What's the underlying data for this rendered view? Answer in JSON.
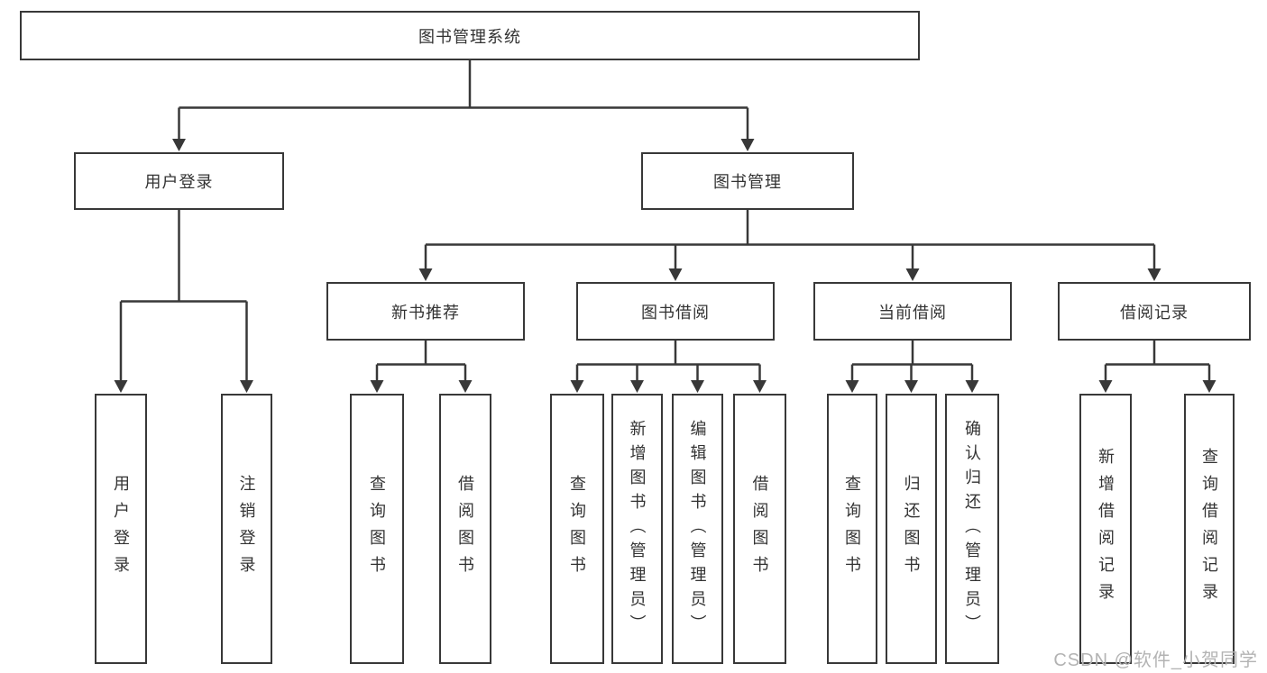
{
  "diagram": {
    "type": "tree",
    "title": "图书管理系统"
  },
  "nodes": {
    "root": "图书管理系统",
    "user_login": "用户登录",
    "book_mgmt": "图书管理",
    "new_book_rec": "新书推荐",
    "book_borrowing": "图书借阅",
    "current_borrowing": "当前借阅",
    "borrowing_records": "借阅记录",
    "ul_user_login": "用户登录",
    "ul_logout": "注销登录",
    "nb_query_books": "查询图书",
    "nb_borrow_books": "借阅图书",
    "bb_query_books": "查询图书",
    "bb_add_books_admin": "新增图书（管理员）",
    "bb_edit_books_admin": "编辑图书（管理员）",
    "bb_borrow_books": "借阅图书",
    "cb_query_books": "查询图书",
    "cb_return_books": "归还图书",
    "cb_confirm_return_admin": "确认归还（管理员）",
    "br_add_record": "新增借阅记录",
    "br_query_record": "查询借阅记录"
  },
  "watermark": "CSDN @软件_小贺同学",
  "colors": {
    "line": "#383838",
    "box_border": "#383838",
    "text": "#333333",
    "watermark": "#b3b3b3",
    "background": "#ffffff"
  }
}
